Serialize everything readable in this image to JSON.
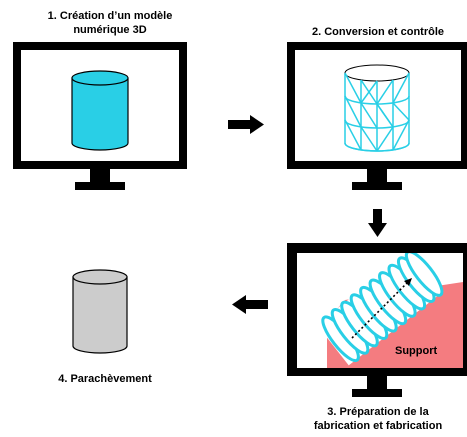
{
  "steps": [
    {
      "line1": "1. Création d’un modèle",
      "line2": "numérique 3D"
    },
    {
      "line1": "2. Conversion et contrôle"
    },
    {
      "line1": "3. Préparation de la",
      "line2": "fabrication et fabrication"
    },
    {
      "line1": "4. Parachèvement"
    }
  ],
  "support_label": "Support",
  "colors": {
    "cyan": "#29CFE6",
    "gray": "#CCCCCC",
    "support_pink": "#F47C80",
    "monitor": "#000000"
  }
}
